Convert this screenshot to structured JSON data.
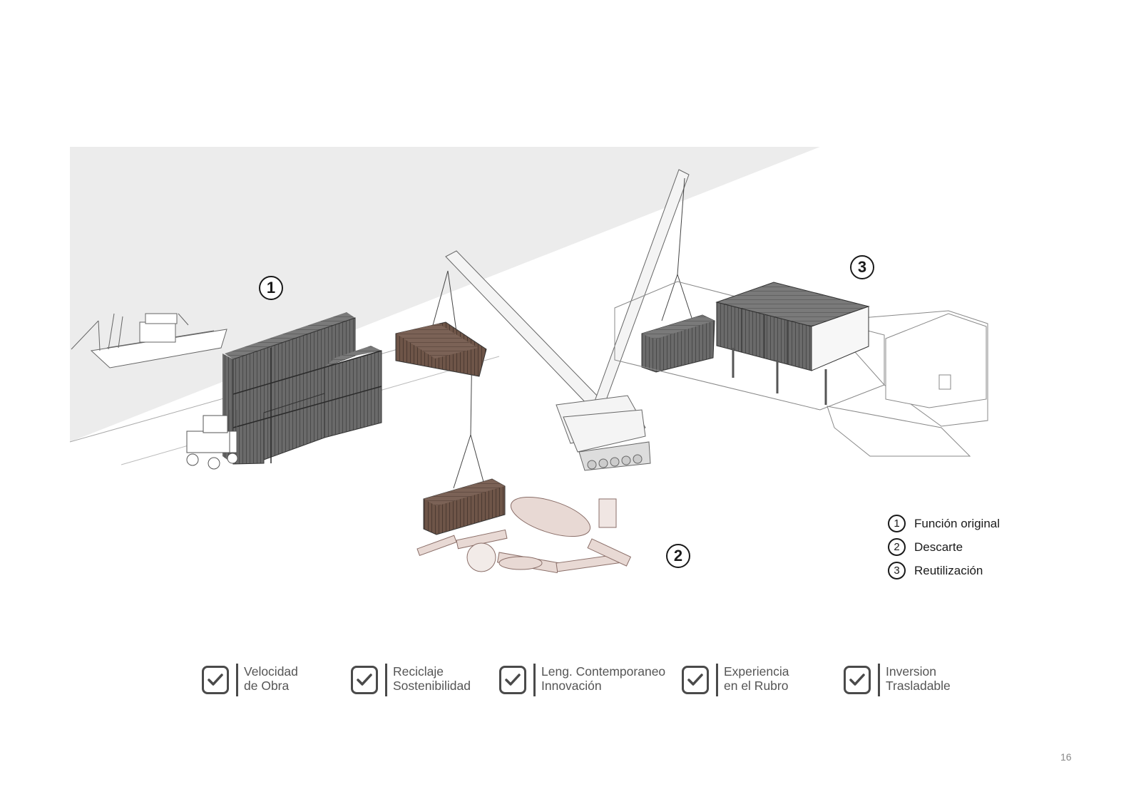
{
  "markers": [
    "1",
    "2",
    "3"
  ],
  "legend": [
    {
      "num": "1",
      "label": "Función original"
    },
    {
      "num": "2",
      "label": "Descarte"
    },
    {
      "num": "3",
      "label": "Reutilización"
    }
  ],
  "checklist": [
    {
      "line1": "Velocidad",
      "line2": "de Obra"
    },
    {
      "line1": "Reciclaje",
      "line2": "Sostenibilidad"
    },
    {
      "line1": "Leng. Contemporaneo",
      "line2": "Innovación"
    },
    {
      "line1": "Experiencia",
      "line2": "en el Rubro"
    },
    {
      "line1": "Inversion",
      "line2": "Trasladable"
    }
  ],
  "page_number": "16",
  "colors": {
    "container_dark": "#5a5a5a",
    "container_rust": "#6e5548",
    "backdrop": "#ececec",
    "ink": "#1a1a1a",
    "check": "#4a4a4a"
  }
}
